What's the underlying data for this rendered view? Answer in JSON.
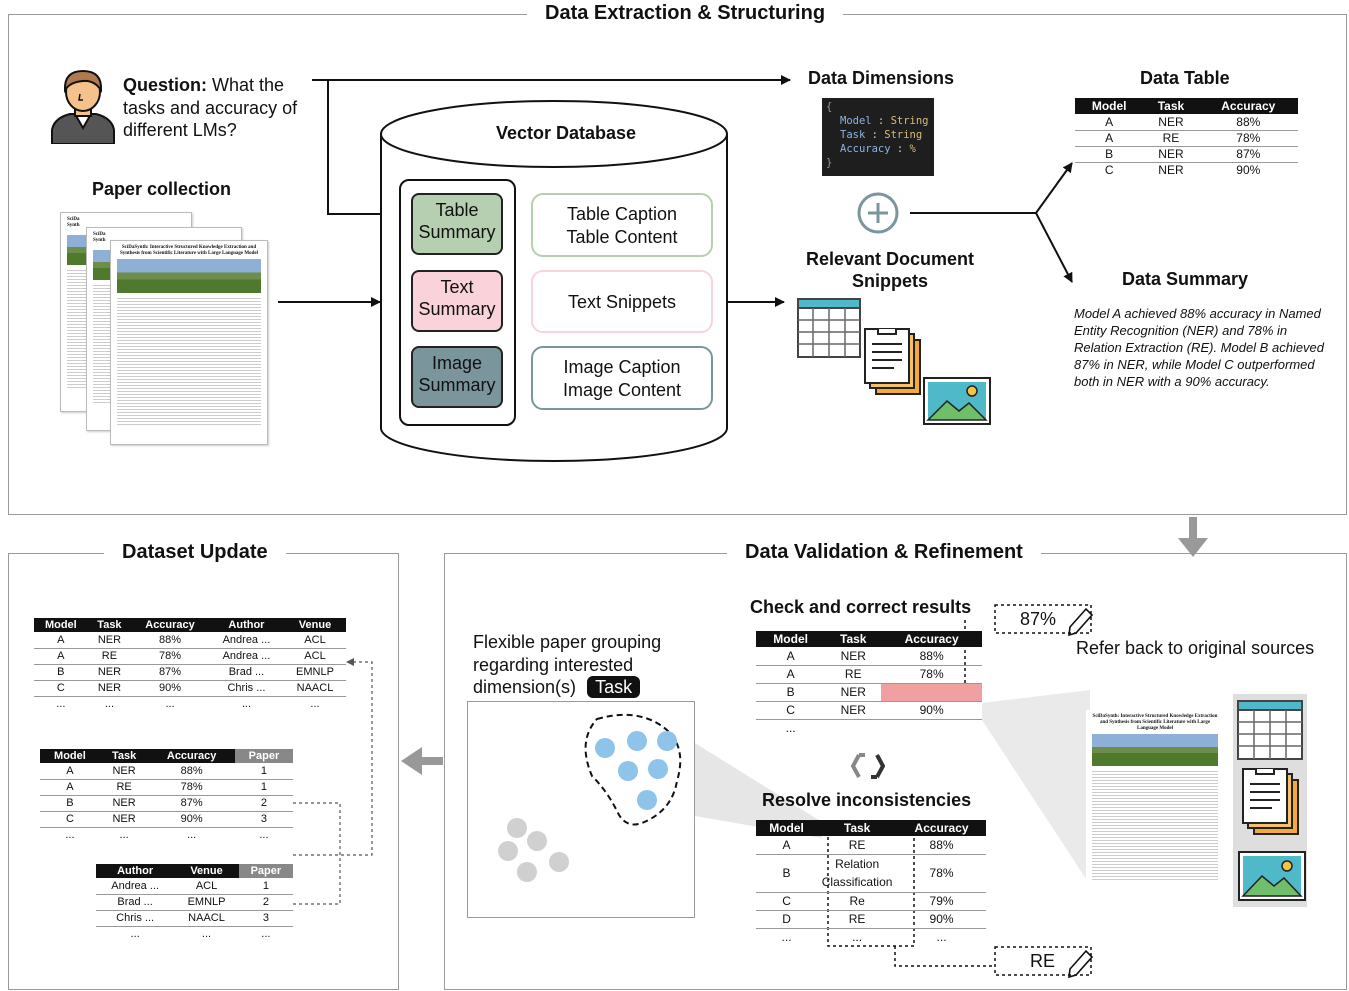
{
  "panels": {
    "extraction_title": "Data Extraction & Structuring",
    "update_title": "Dataset Update",
    "validation_title": "Data Validation & Refinement"
  },
  "question": {
    "bold": "Question:",
    "line1": "What the",
    "line2": "tasks and accuracy of",
    "line3": "different LMs?"
  },
  "paper_collection": "Paper collection",
  "paper_doc": {
    "title": "SciDaSynth: Interactive Structured Knowledge Extraction and Synthesis from Scientific Literature with Large Language Model",
    "short_a": "SciDa",
    "short_b": "Synth"
  },
  "vector_db": {
    "title": "Vector Database",
    "summaries": [
      "Table Summary",
      "Text Summary",
      "Image Summary"
    ],
    "contents": [
      {
        "line1": "Table Caption",
        "line2": "Table Content"
      },
      {
        "line1": "Text Snippets",
        "line2": ""
      },
      {
        "line1": "Image Caption",
        "line2": "Image Content"
      }
    ]
  },
  "data_dimensions": {
    "title": "Data Dimensions",
    "code_open": "{",
    "code_close": "}",
    "fields": [
      {
        "key": "Model",
        "type": "String"
      },
      {
        "key": "Task",
        "type": "String"
      },
      {
        "key": "Accuracy",
        "type": "%"
      }
    ]
  },
  "relevant_snippets": {
    "line1": "Relevant Document",
    "line2": "Snippets"
  },
  "data_table": {
    "title": "Data Table",
    "headers": [
      "Model",
      "Task",
      "Accuracy"
    ],
    "rows": [
      [
        "A",
        "NER",
        "88%"
      ],
      [
        "A",
        "RE",
        "78%"
      ],
      [
        "B",
        "NER",
        "87%"
      ],
      [
        "C",
        "NER",
        "90%"
      ]
    ]
  },
  "data_summary": {
    "title": "Data Summary",
    "text": "Model A achieved 88% accuracy in Named Entity Recognition (NER) and 78%  in Relation Extraction (RE). Model B achieved 87% in NER, while Model C outperformed both in NER with a 90% accuracy."
  },
  "dataset_update": {
    "table1": {
      "headers": [
        "Model",
        "Task",
        "Accuracy",
        "Author",
        "Venue"
      ],
      "rows": [
        [
          "A",
          "NER",
          "88%",
          "Andrea ...",
          "ACL"
        ],
        [
          "A",
          "RE",
          "78%",
          "Andrea ...",
          "ACL"
        ],
        [
          "B",
          "NER",
          "87%",
          "Brad ...",
          "EMNLP"
        ],
        [
          "C",
          "NER",
          "90%",
          "Chris ...",
          "NAACL"
        ],
        [
          "...",
          "...",
          "...",
          "...",
          "..."
        ]
      ]
    },
    "table2": {
      "headers": [
        "Model",
        "Task",
        "Accuracy",
        "Paper"
      ],
      "rows": [
        [
          "A",
          "NER",
          "88%",
          "1"
        ],
        [
          "A",
          "RE",
          "78%",
          "1"
        ],
        [
          "B",
          "NER",
          "87%",
          "2"
        ],
        [
          "C",
          "NER",
          "90%",
          "3"
        ],
        [
          "...",
          "...",
          "...",
          "..."
        ]
      ]
    },
    "table3": {
      "headers": [
        "Author",
        "Venue",
        "Paper"
      ],
      "rows": [
        [
          "Andrea ...",
          "ACL",
          "1"
        ],
        [
          "Brad ...",
          "EMNLP",
          "2"
        ],
        [
          "Chris ...",
          "NAACL",
          "3"
        ],
        [
          "...",
          "...",
          "..."
        ]
      ]
    }
  },
  "grouping": {
    "line1": "Flexible paper grouping",
    "line2": "regarding interested",
    "line3": "dimension(s)",
    "tag": "Task"
  },
  "check": {
    "title": "Check and correct results",
    "edit_value": "87%",
    "headers": [
      "Model",
      "Task",
      "Accuracy"
    ],
    "rows": [
      [
        "A",
        "NER",
        "88%"
      ],
      [
        "A",
        "RE",
        "78%"
      ],
      [
        "B",
        "NER",
        ""
      ],
      [
        "C",
        "NER",
        "90%"
      ],
      [
        "...",
        "",
        ""
      ]
    ]
  },
  "refer_back": "Refer back to original sources",
  "resolve": {
    "title": "Resolve inconsistencies",
    "edit_value": "RE",
    "headers": [
      "Model",
      "Task",
      "Accuracy"
    ],
    "rows": [
      [
        "A",
        "RE",
        "88%"
      ],
      [
        "B",
        "Relation Classification",
        "78%"
      ],
      [
        "C",
        "Re",
        "79%"
      ],
      [
        "D",
        "RE",
        "90%"
      ],
      [
        "...",
        "...",
        "..."
      ]
    ]
  },
  "colors": {
    "table_green": "#b5cfb0",
    "text_pink": "#f9d3d9",
    "image_slate": "#7b959d",
    "highlight_red": "#f0a0a0",
    "cluster_blue": "#8ec3ea",
    "cluster_grey": "#d0d0d0"
  }
}
